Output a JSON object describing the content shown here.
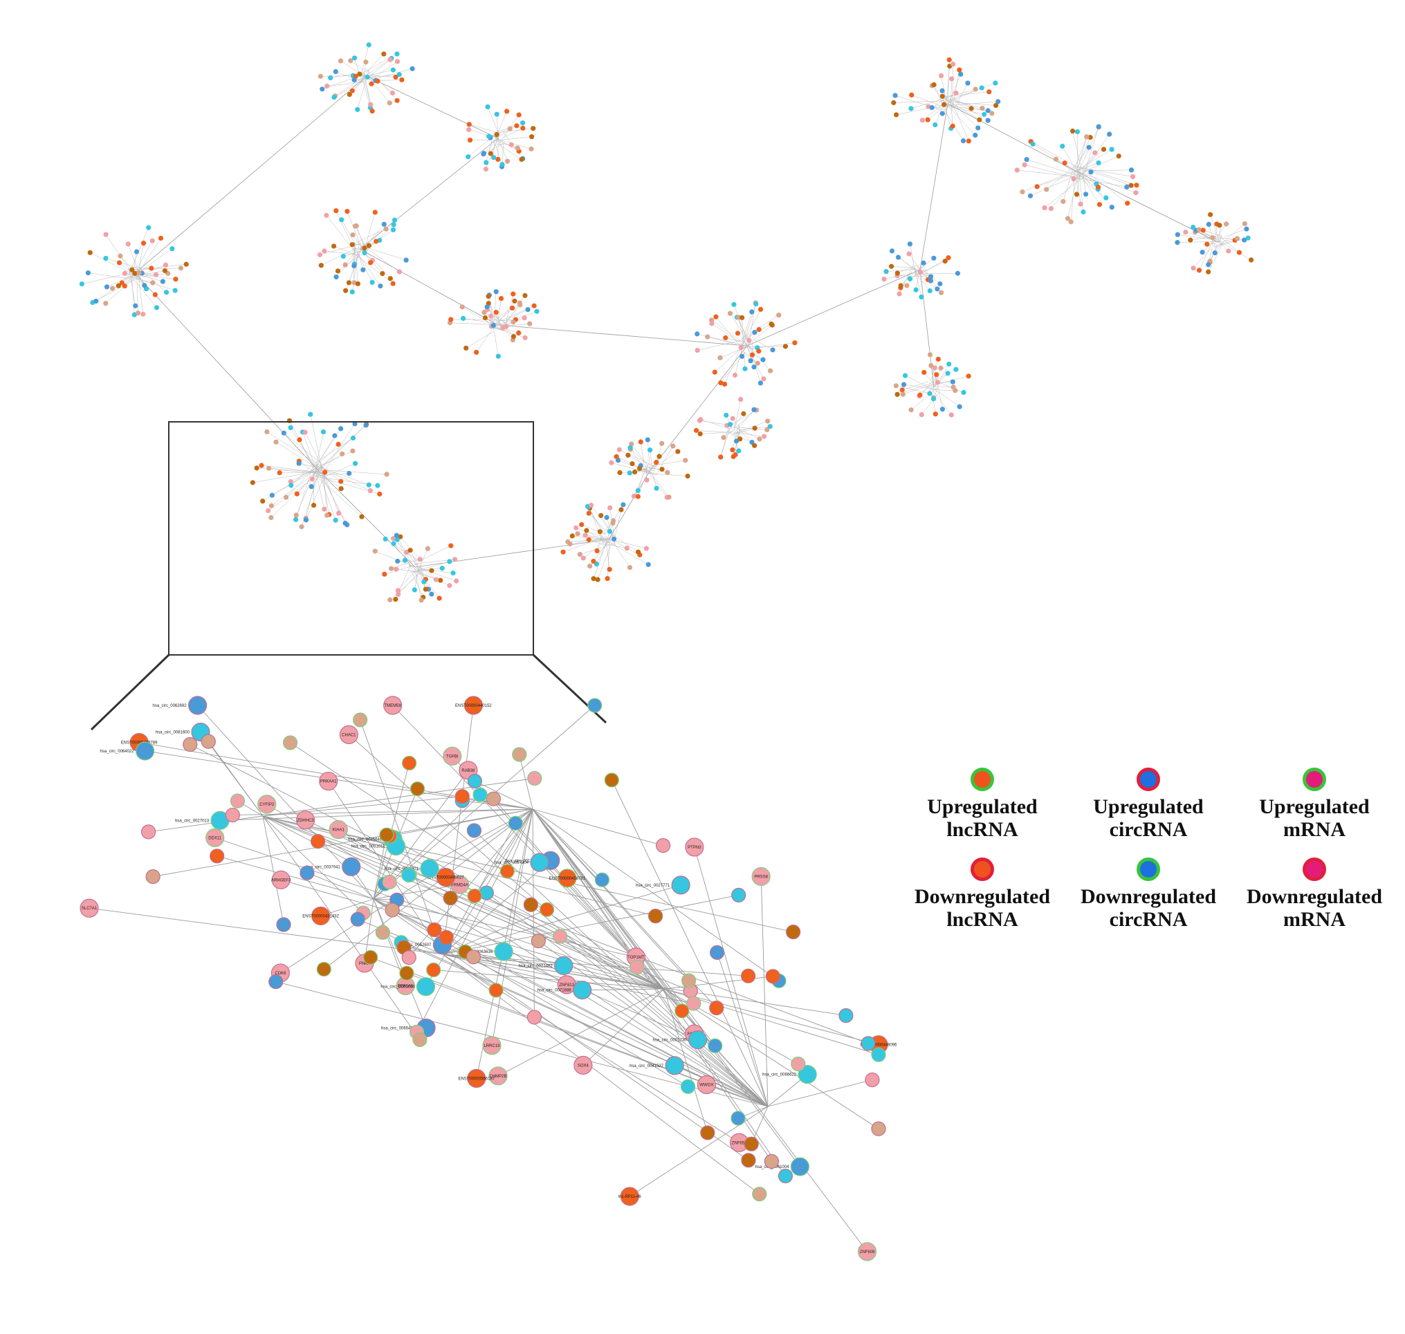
{
  "legend": {
    "items": [
      {
        "key": "up_lnc",
        "line1": "Upregulated",
        "line2": "lncRNA",
        "fill": "#f0521e",
        "ring": "#39c43a"
      },
      {
        "key": "up_circ",
        "line1": "Upregulated",
        "line2": "circRNA",
        "fill": "#1e6fe0",
        "ring": "#e0203a"
      },
      {
        "key": "up_mrna",
        "line1": "Upregulated",
        "line2": "mRNA",
        "fill": "#e31c79",
        "ring": "#39c43a"
      },
      {
        "key": "down_lnc",
        "line1": "Downregulated",
        "line2": "lncRNA",
        "fill": "#f0521e",
        "ring": "#e0203a"
      },
      {
        "key": "down_circ",
        "line1": "Downregulated",
        "line2": "circRNA",
        "fill": "#1e6fe0",
        "ring": "#39c43a"
      },
      {
        "key": "down_mrna",
        "line1": "Downregulated",
        "line2": "mRNA",
        "fill": "#e31c79",
        "ring": "#e0203a"
      }
    ]
  },
  "colors": {
    "lnc_orange": "#f0601e",
    "lnc_dark": "#c06a10",
    "circ_cyan": "#36c6e0",
    "circ_blue": "#4a9ad8",
    "mrna_pink": "#f2a0a8",
    "mrna_tan": "#d9a58a",
    "edge": "#9a9a9a"
  },
  "zoom_labels": [
    "DDX11",
    "TGFBI",
    "CHMP2B",
    "ZNF609",
    "FRMD4A",
    "PRSS8",
    "KIAA1",
    "PRKAA1",
    "CDK6",
    "ZNF652",
    "CYFIP2",
    "LRRC19",
    "SLC7A1",
    "TMEM59",
    "ZNF813",
    "WWOX",
    "RAB38",
    "TOP1MT",
    "PNKP",
    "CHAC1",
    "ARHGEF3",
    "SOX4",
    "EEF1A1",
    "FOXO3",
    "ZDHHC3",
    "PTPN3",
    "ENST00000490027",
    "ENST00000448096",
    "ENST00000431432",
    "ENST00000458781",
    "ENST00000459789",
    "ENST00000440152",
    "ENST00000566187",
    "lnc-RP11-46",
    "hsa_circ_0060666",
    "hsa_circ_0027771",
    "hsa_circ_0064022",
    "hsa_circ_0017389",
    "hsa_circ_0037041",
    "hsa_circ_0041527",
    "hsa_circ_0052607",
    "hsa_circ_0001730",
    "hsa_circ_0081600",
    "hsa_circ_0067304",
    "hsa_circ_0045649",
    "hsa_circ_0061004",
    "hsa_circ_0068401",
    "hsa_circ_0021402",
    "hsa_circ_0027013",
    "hsa_circ_0051011",
    "hsa_circ_0071688",
    "hsa_circ_0066622",
    "hsa_circ_0065412",
    "hsa_circ_0063636",
    "hsa_circ_0062692"
  ]
}
